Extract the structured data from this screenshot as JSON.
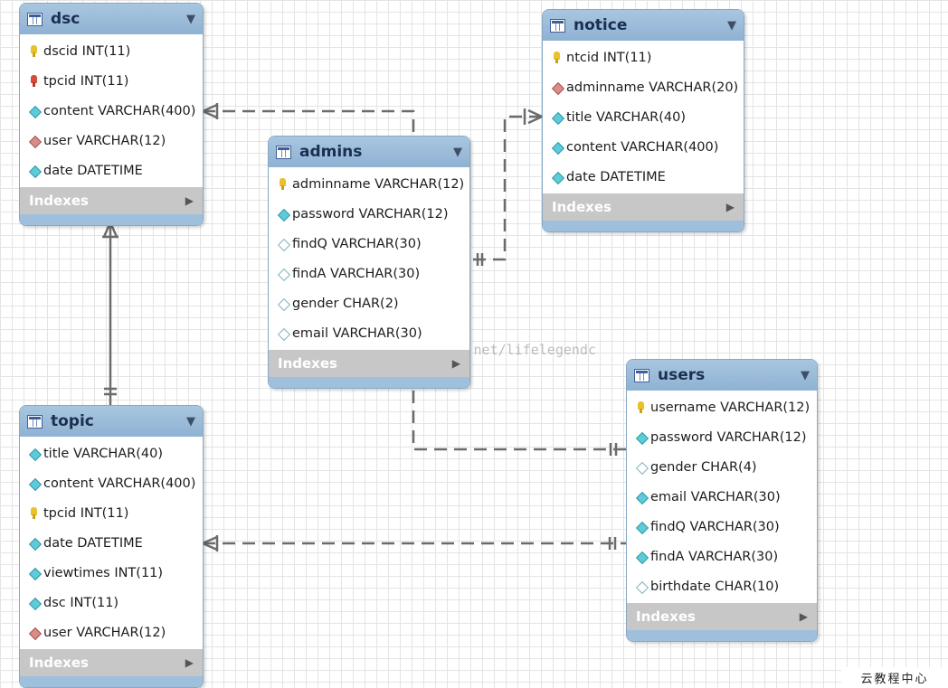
{
  "diagram": {
    "tables": [
      {
        "id": "dsc",
        "name": "dsc",
        "columns": [
          {
            "icon": "pk",
            "text": "dscid INT(11)"
          },
          {
            "icon": "fk",
            "text": "tpcid INT(11)"
          },
          {
            "icon": "nn",
            "text": "content VARCHAR(400)"
          },
          {
            "icon": "rf",
            "text": "user VARCHAR(12)"
          },
          {
            "icon": "nn",
            "text": "date DATETIME"
          }
        ],
        "indexes_label": "Indexes"
      },
      {
        "id": "notice",
        "name": "notice",
        "columns": [
          {
            "icon": "pk",
            "text": "ntcid INT(11)"
          },
          {
            "icon": "rf",
            "text": "adminname VARCHAR(20)"
          },
          {
            "icon": "nn",
            "text": "title VARCHAR(40)"
          },
          {
            "icon": "nn",
            "text": "content VARCHAR(400)"
          },
          {
            "icon": "nn",
            "text": "date DATETIME"
          }
        ],
        "indexes_label": "Indexes"
      },
      {
        "id": "admins",
        "name": "admins",
        "columns": [
          {
            "icon": "pk",
            "text": "adminname VARCHAR(12)"
          },
          {
            "icon": "nn",
            "text": "password VARCHAR(12)"
          },
          {
            "icon": "nl",
            "text": "findQ VARCHAR(30)"
          },
          {
            "icon": "nl",
            "text": "findA VARCHAR(30)"
          },
          {
            "icon": "nl",
            "text": "gender CHAR(2)"
          },
          {
            "icon": "nl",
            "text": "email VARCHAR(30)"
          }
        ],
        "indexes_label": "Indexes"
      },
      {
        "id": "topic",
        "name": "topic",
        "columns": [
          {
            "icon": "nn",
            "text": "title VARCHAR(40)"
          },
          {
            "icon": "nn",
            "text": "content VARCHAR(400)"
          },
          {
            "icon": "pk",
            "text": "tpcid INT(11)"
          },
          {
            "icon": "nn",
            "text": "date DATETIME"
          },
          {
            "icon": "nn",
            "text": "viewtimes INT(11)"
          },
          {
            "icon": "nn",
            "text": "dsc INT(11)"
          },
          {
            "icon": "rf",
            "text": "user VARCHAR(12)"
          }
        ],
        "indexes_label": "Indexes"
      },
      {
        "id": "users",
        "name": "users",
        "columns": [
          {
            "icon": "pk",
            "text": "username VARCHAR(12)"
          },
          {
            "icon": "nn",
            "text": "password VARCHAR(12)"
          },
          {
            "icon": "nl",
            "text": "gender CHAR(4)"
          },
          {
            "icon": "nn",
            "text": "email VARCHAR(30)"
          },
          {
            "icon": "nn",
            "text": "findQ VARCHAR(30)"
          },
          {
            "icon": "nn",
            "text": "findA VARCHAR(30)"
          },
          {
            "icon": "nl",
            "text": "birthdate CHAR(10)"
          }
        ],
        "indexes_label": "Indexes"
      }
    ],
    "relationships": [
      {
        "from": "dsc",
        "to": "admins",
        "style": "dashed",
        "from_end": "many",
        "to_end": "none"
      },
      {
        "from": "notice",
        "to": "admins",
        "style": "dashed",
        "from_end": "many",
        "to_end": "one"
      },
      {
        "from": "dsc",
        "to": "topic",
        "style": "solid",
        "from_end": "many",
        "to_end": "one"
      },
      {
        "from": "admins",
        "to": "users",
        "style": "dashed",
        "from_end": "none",
        "to_end": "one"
      },
      {
        "from": "topic",
        "to": "users",
        "style": "dashed",
        "from_end": "many",
        "to_end": "one"
      }
    ]
  },
  "watermark": "http://blog.csdn.net/lifelegendc",
  "site_label": "云教程中心"
}
